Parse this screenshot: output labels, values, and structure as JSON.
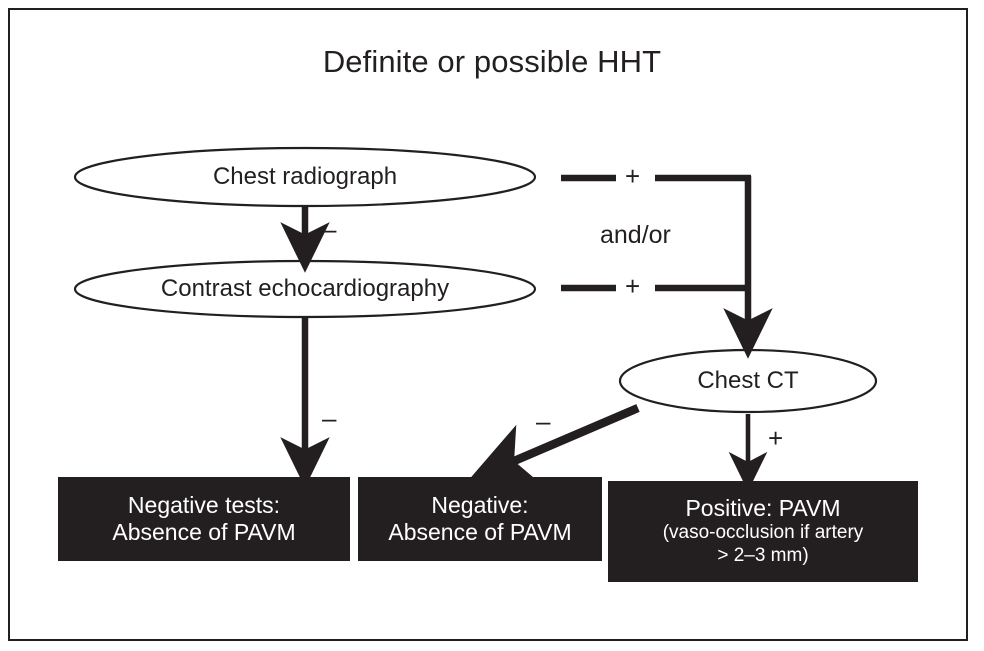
{
  "figure": {
    "title": "Definite or possible HHT",
    "border_color": "#231f20",
    "box_fill": "#231f20",
    "box_text_color": "#ffffff",
    "line_color": "#231f20"
  },
  "nodes": [
    {
      "id": "chest-radiograph",
      "label": "Chest radiograph",
      "shape": "ellipse"
    },
    {
      "id": "contrast-echocardiography",
      "label": "Contrast echocardiography",
      "shape": "ellipse"
    },
    {
      "id": "chest-ct",
      "label": "Chest CT",
      "shape": "ellipse"
    }
  ],
  "edge_labels": {
    "radiograph_negative": "–",
    "echo_negative": "–",
    "radiograph_positive": "+",
    "echo_positive": "+",
    "ct_negative": "–",
    "ct_positive": "+",
    "connector": "and/or"
  },
  "outcomes": [
    {
      "id": "negative-tests",
      "line1": "Negative tests:",
      "line2": "Absence of PAVM",
      "line3": ""
    },
    {
      "id": "negative-ct",
      "line1": "Negative:",
      "line2": "Absence of PAVM",
      "line3": ""
    },
    {
      "id": "positive-pavm",
      "line1": "Positive: PAVM",
      "line2": "(vaso-occlusion if artery",
      "line3": "> 2–3 mm)"
    }
  ],
  "chart_data": {
    "type": "table",
    "title": "Definite or possible HHT",
    "nodes": [
      "Chest radiograph",
      "Contrast echocardiography",
      "Chest CT"
    ],
    "terminals": [
      "Negative tests: Absence of PAVM",
      "Negative: Absence of PAVM",
      "Positive: PAVM (vaso-occlusion if artery > 2–3 mm)"
    ],
    "edges": [
      {
        "from": "Chest radiograph",
        "to": "Contrast echocardiography",
        "label": "–"
      },
      {
        "from": "Chest radiograph",
        "to": "Chest CT",
        "label": "+"
      },
      {
        "from": "Contrast echocardiography",
        "to": "Chest CT",
        "label": "+"
      },
      {
        "from": "Contrast echocardiography",
        "to": "Negative tests: Absence of PAVM",
        "label": "–"
      },
      {
        "from": "Chest CT",
        "to": "Negative: Absence of PAVM",
        "label": "–"
      },
      {
        "from": "Chest CT",
        "to": "Positive: PAVM (vaso-occlusion if artery > 2–3 mm)",
        "label": "+"
      }
    ],
    "connector_label": "and/or"
  }
}
